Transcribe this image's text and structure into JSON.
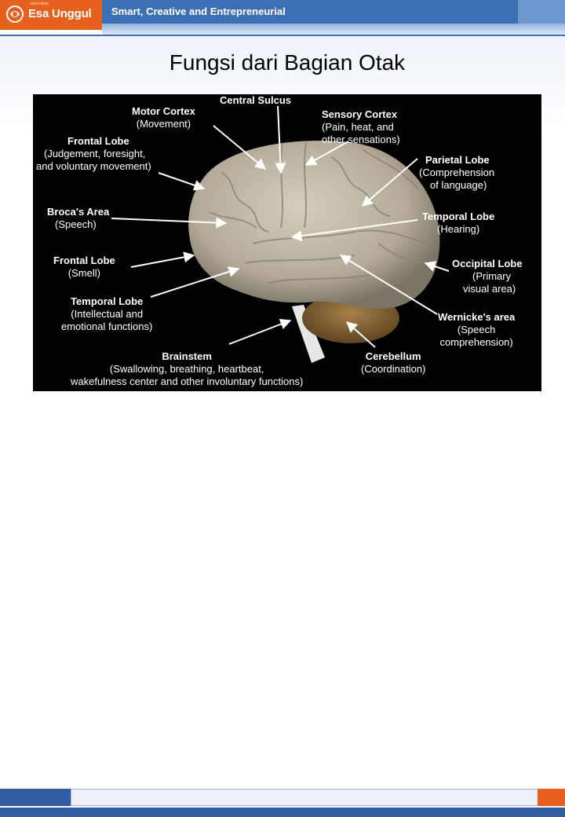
{
  "header": {
    "logo_text": "Esa Unggul",
    "logo_small": "universitas",
    "tagline": "Smart, Creative and Entrepreneurial"
  },
  "slide": {
    "title": "Fungsi dari Bagian Otak"
  },
  "diagram": {
    "labels": {
      "central_sulcus": {
        "title": "Central Sulcus"
      },
      "motor_cortex": {
        "title": "Motor Cortex",
        "lines": [
          "(Movement)"
        ]
      },
      "sensory_cortex": {
        "title": "Sensory Cortex",
        "lines": [
          "(Pain, heat, and",
          "other sensations)"
        ]
      },
      "frontal_lobe_top": {
        "title": "Frontal Lobe",
        "lines": [
          "(Judgement, foresight,",
          "and voluntary movement)"
        ]
      },
      "parietal_lobe": {
        "title": "Parietal Lobe",
        "lines": [
          "(Comprehension",
          "of language)"
        ]
      },
      "brocas_area": {
        "title": "Broca's Area",
        "lines": [
          "(Speech)"
        ]
      },
      "temporal_lobe_right": {
        "title": "Temporal Lobe",
        "lines": [
          "(Hearing)"
        ]
      },
      "frontal_lobe_smell": {
        "title": "Frontal Lobe",
        "lines": [
          "(Smell)"
        ]
      },
      "occipital_lobe": {
        "title": "Occipital Lobe",
        "lines": [
          "(Primary",
          "visual area)"
        ]
      },
      "temporal_lobe_left": {
        "title": "Temporal Lobe",
        "lines": [
          "(Intellectual and",
          "emotional functions)"
        ]
      },
      "wernickes_area": {
        "title": "Wernicke's area",
        "lines": [
          "(Speech",
          "comprehension)"
        ]
      },
      "brainstem": {
        "title": "Brainstem",
        "lines": [
          "(Swallowing, breathing, heartbeat,",
          "wakefulness center and other involuntary functions)"
        ]
      },
      "cerebellum": {
        "title": "Cerebellum",
        "lines": [
          "(Coordination)"
        ]
      }
    },
    "colors": {
      "background": "#000000",
      "brain": "#b9b2a0",
      "cerebellum": "#8a6a35",
      "arrow": "#ffffff",
      "text": "#ffffff"
    }
  }
}
